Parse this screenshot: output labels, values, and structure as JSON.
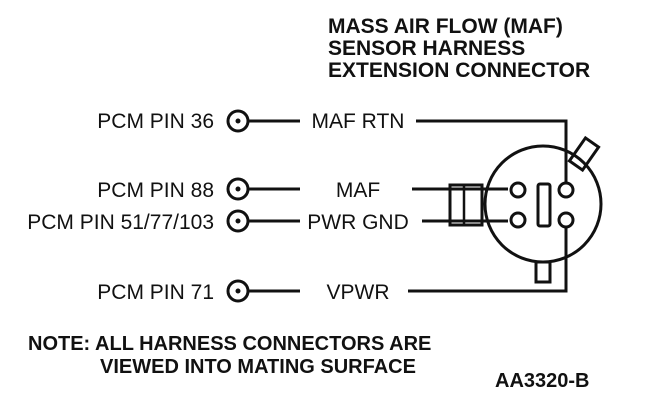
{
  "title": {
    "line1": "MASS AIR FLOW (MAF)",
    "line2": "SENSOR HARNESS",
    "line3": "EXTENSION CONNECTOR"
  },
  "circuits": [
    {
      "pcm_pin": "PCM PIN 36",
      "signal": "MAF RTN"
    },
    {
      "pcm_pin": "PCM PIN 88",
      "signal": "MAF"
    },
    {
      "pcm_pin": "PCM PIN 51/77/103",
      "signal": "PWR GND"
    },
    {
      "pcm_pin": "PCM PIN 71",
      "signal": "VPWR"
    }
  ],
  "note": {
    "line1": "NOTE: ALL HARNESS CONNECTORS ARE",
    "line2": "VIEWED INTO MATING SURFACE"
  },
  "figure_id": "AA3320-B"
}
